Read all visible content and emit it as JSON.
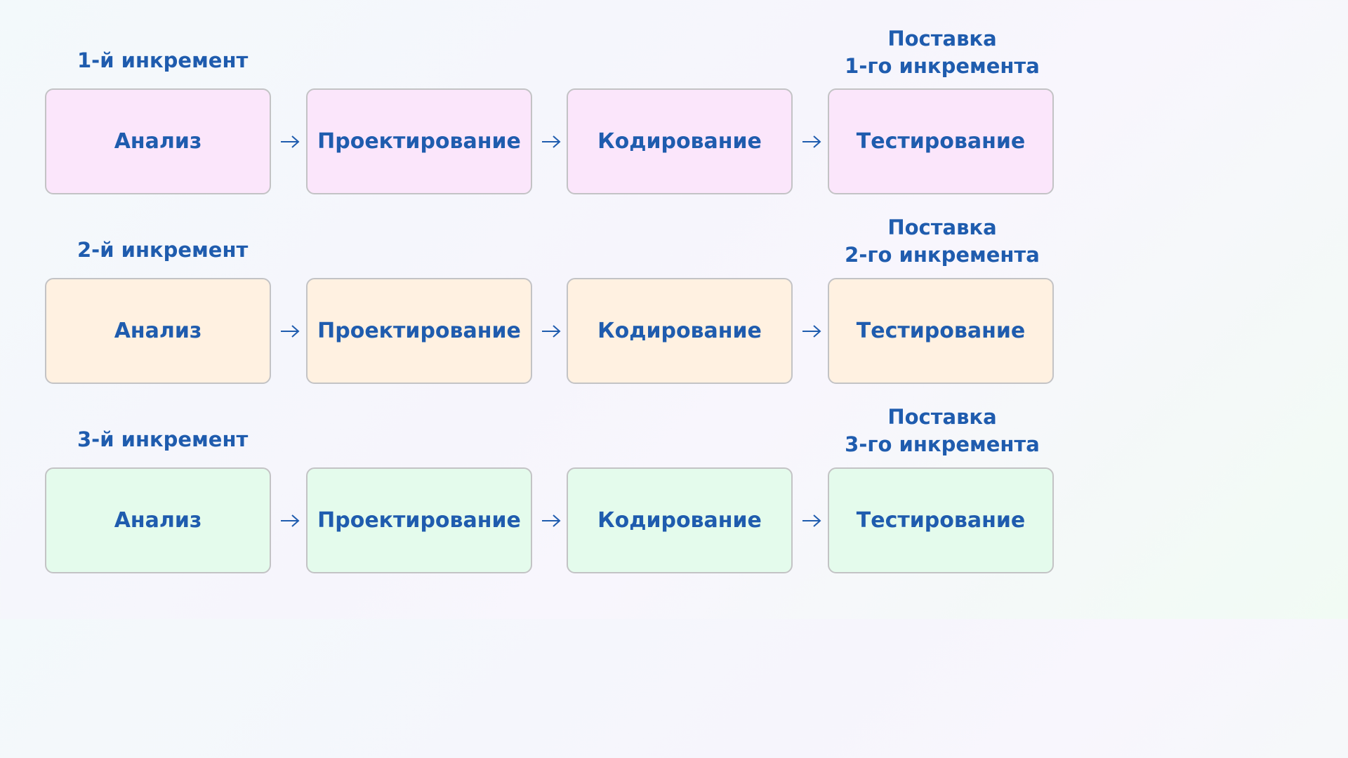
{
  "increments": [
    {
      "label": "1-й инкремент",
      "delivery_line1": "Поставка",
      "delivery_line2": "1-го инкремента",
      "stages": [
        "Анализ",
        "Проектирование",
        "Кодирование",
        "Тестирование"
      ]
    },
    {
      "label": "2-й инкремент",
      "delivery_line1": "Поставка",
      "delivery_line2": "2-го инкремента",
      "stages": [
        "Анализ",
        "Проектирование",
        "Кодирование",
        "Тестирование"
      ]
    },
    {
      "label": "3-й инкремент",
      "delivery_line1": "Поставка",
      "delivery_line2": "3-го инкремента",
      "stages": [
        "Анализ",
        "Проектирование",
        "Кодирование",
        "Тестирование"
      ]
    }
  ],
  "colors": {
    "text": "#1f5cae",
    "row1_fill": "#fbe6fb",
    "row2_fill": "#fff1e1",
    "row3_fill": "#e4fbec",
    "border": "#c3c3c5"
  }
}
